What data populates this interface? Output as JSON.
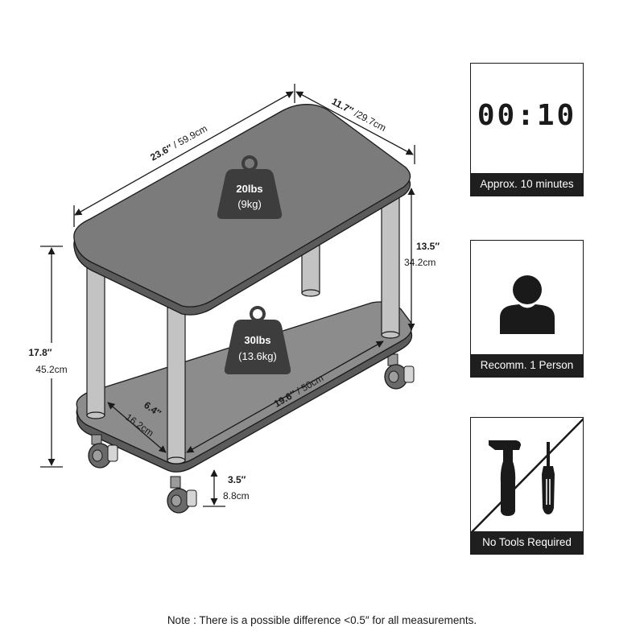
{
  "dimensions": {
    "length_in": "23.6″",
    "length_cm": "59.9cm",
    "depth_in": "11.7″",
    "depth_cm": "29.7cm",
    "clearance_in": "13.5″",
    "clearance_cm": "34.2cm",
    "height_in": "17.8″",
    "height_cm": "45.2cm",
    "shelf_depth_in": "6.4″",
    "shelf_depth_cm": "16.2cm",
    "shelf_length_in": "19.6″",
    "shelf_length_cm": "50cm",
    "wheel_in": "3.5″",
    "wheel_cm": "8.8cm"
  },
  "loads": {
    "top_lbs": "20lbs",
    "top_kg": "(9kg)",
    "bottom_lbs": "30lbs",
    "bottom_kg": "(13.6kg)"
  },
  "panels": {
    "time_display": "00:10",
    "time_caption": "Approx. 10 minutes",
    "person_caption": "Recomm. 1 Person",
    "tools_caption": "No Tools Required"
  },
  "note": "Note : There is a possible difference <0.5″ for all measurements.",
  "colors": {
    "top_shelf": "#7b7b7b",
    "bottom_shelf": "#8c8c8c",
    "shelf_edge": "#5b5b5b",
    "leg": "#c3c3c3",
    "weight_icon": "#3d3d3d",
    "caption_bar": "#1f1f1f"
  }
}
